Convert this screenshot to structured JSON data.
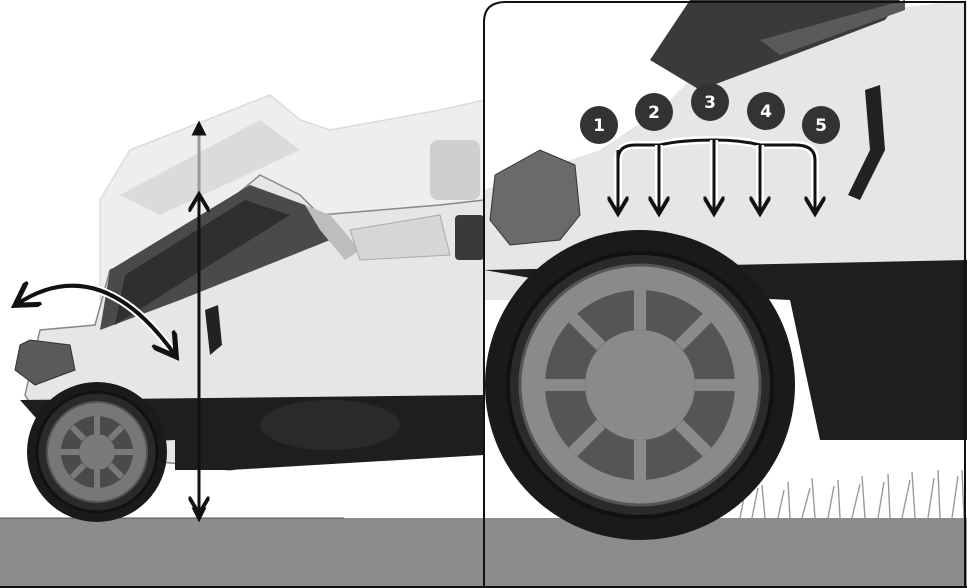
{
  "height_positions": [
    "1",
    "2",
    "3",
    "4",
    "5"
  ],
  "colors": {
    "ground": "#8c8c8c",
    "deck": "#e6e6e6",
    "deck_shadow": "#cfcfcf",
    "dark_plastic": "#1e1e1e",
    "badge": "#333333",
    "arrow": "#111111",
    "grass": "#9a9a9a"
  }
}
